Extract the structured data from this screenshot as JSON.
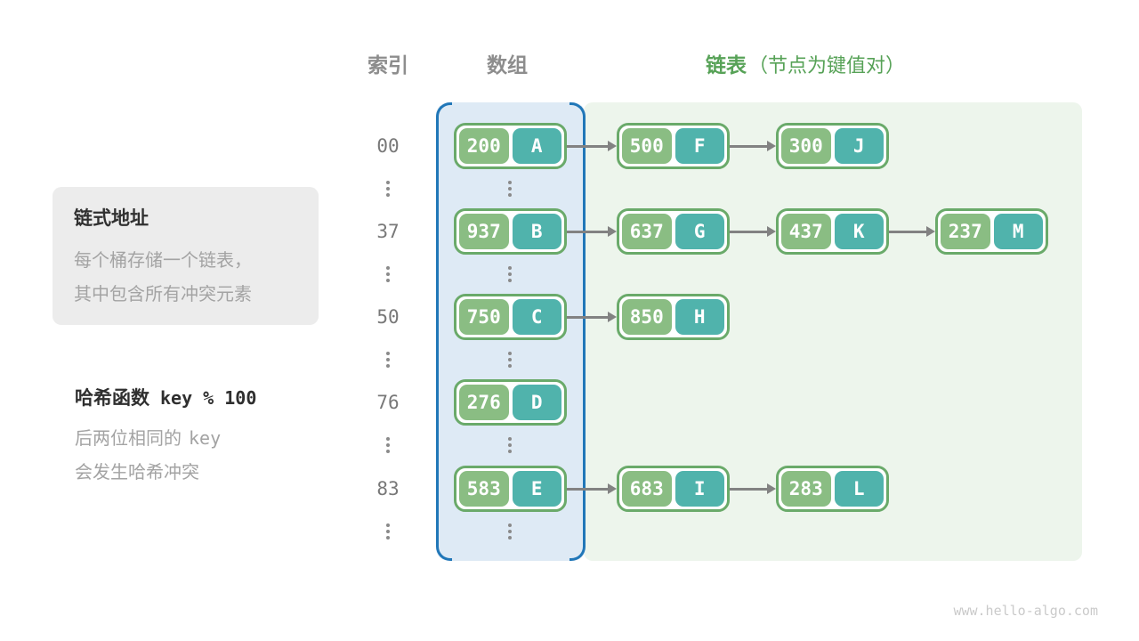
{
  "headers": {
    "index": "索引",
    "array": "数组",
    "list": "链表",
    "list_note": "（节点为键值对）"
  },
  "callout": {
    "title": "链式地址",
    "line1": "每个桶存储一个链表，",
    "line2": "其中包含所有冲突元素"
  },
  "hash_note": {
    "title_text": "哈希函数",
    "title_code": "key % 100",
    "line1_prefix": "后两位相同的",
    "line1_code": "key",
    "line2": "会发生哈希冲突"
  },
  "watermark": "www.hello-algo.com",
  "colors": {
    "array_border": "#2177b8",
    "array_fill": "#deeaf5",
    "list_fill": "#edf5ec",
    "node_border": "#6aaa6a",
    "key_fill": "#8abd83",
    "value_fill": "#50b3ac",
    "arrow": "#828282",
    "header_gray": "#8d8d8d",
    "header_green": "#57a257",
    "text_gray": "#a3a3a3",
    "callout_bg": "#ececec"
  },
  "rows": [
    {
      "index": "00",
      "nodes": [
        {
          "key": "200",
          "value": "A"
        },
        {
          "key": "500",
          "value": "F"
        },
        {
          "key": "300",
          "value": "J"
        }
      ]
    },
    {
      "index": "37",
      "nodes": [
        {
          "key": "937",
          "value": "B"
        },
        {
          "key": "637",
          "value": "G"
        },
        {
          "key": "437",
          "value": "K"
        },
        {
          "key": "237",
          "value": "M"
        }
      ]
    },
    {
      "index": "50",
      "nodes": [
        {
          "key": "750",
          "value": "C"
        },
        {
          "key": "850",
          "value": "H"
        }
      ]
    },
    {
      "index": "76",
      "nodes": [
        {
          "key": "276",
          "value": "D"
        }
      ]
    },
    {
      "index": "83",
      "nodes": [
        {
          "key": "583",
          "value": "E"
        },
        {
          "key": "683",
          "value": "I"
        },
        {
          "key": "283",
          "value": "L"
        }
      ]
    }
  ]
}
